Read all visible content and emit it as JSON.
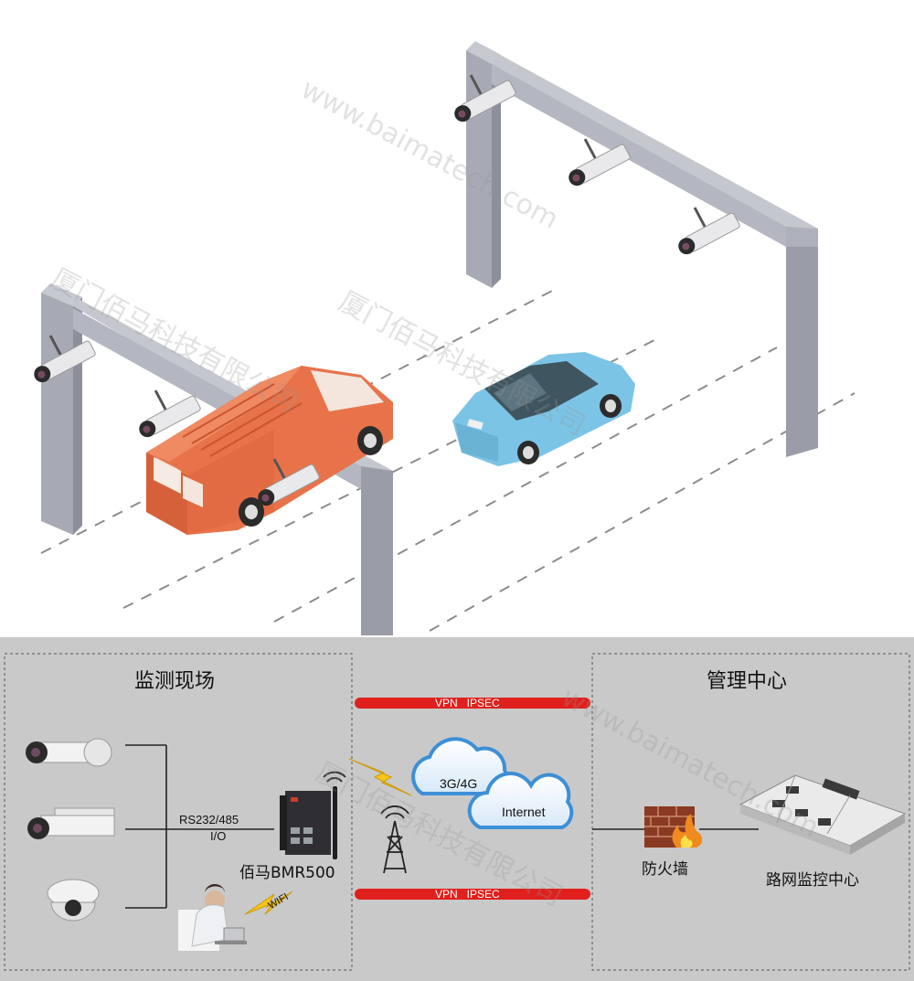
{
  "watermarks": {
    "url": "www.baimatech.com",
    "company": "厦门佰马科技有限公司"
  },
  "site": {
    "title": "监测现场",
    "serial_label_line1": "RS232/485",
    "serial_label_line2": "I/O",
    "router_label": "佰马BMR500",
    "wifi_label": "WIFI"
  },
  "network": {
    "vpn_top": "VPN   IPSEC",
    "vpn_bottom": "VPN   IPSEC",
    "cloud_mobile": "3G/4G",
    "cloud_internet": "Internet"
  },
  "center": {
    "title": "管理中心",
    "firewall_label": "防火墙",
    "monitor_label": "路网监控中心"
  },
  "colors": {
    "panel_bg": "#c9c9c9",
    "vpn_red": "#e0201c",
    "gantry": "#b9bcc6",
    "car_orange": "#e8734a",
    "car_blue": "#7cc4e6",
    "cloud_blue": "#3d8fd6"
  }
}
